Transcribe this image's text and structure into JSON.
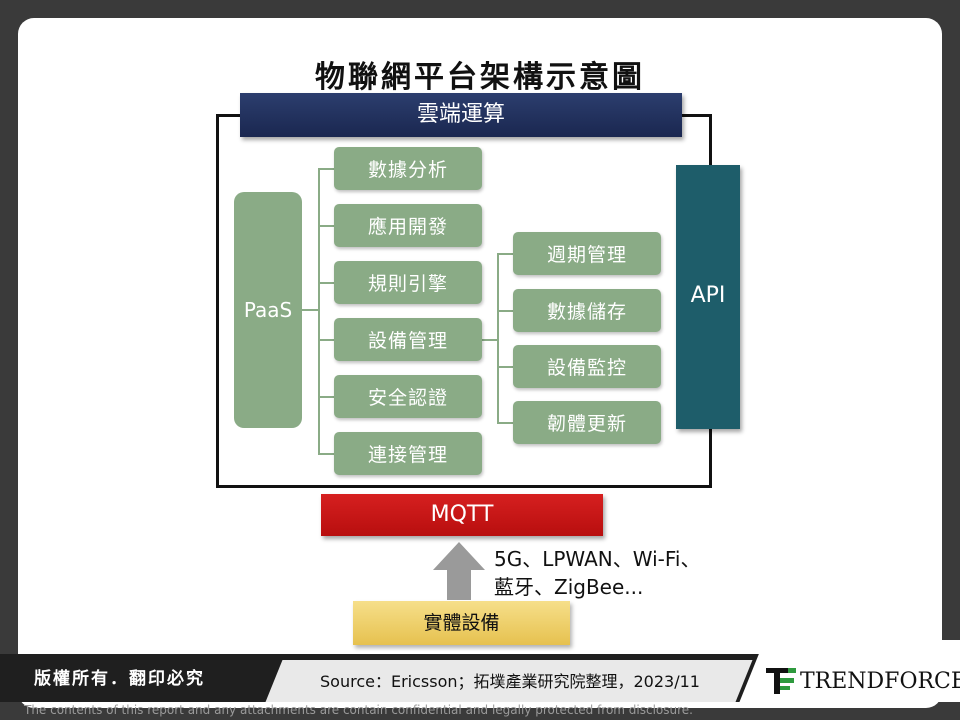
{
  "title": "物聯網平台架構示意圖",
  "cloud": "雲端運算",
  "paas": "PaaS",
  "paas_items": [
    "數據分析",
    "應用開發",
    "規則引擎",
    "設備管理",
    "安全認證",
    "連接管理"
  ],
  "device_mgmt_items": [
    "週期管理",
    "數據儲存",
    "設備監控",
    "韌體更新"
  ],
  "api": "API",
  "mqtt": "MQTT",
  "network_line1": "5G、LPWAN、Wi-Fi、",
  "network_line2": "藍牙、ZigBee...",
  "device": "實體設備",
  "footer": {
    "copyright": "版權所有．翻印必究",
    "source": "Source：Ericsson；拓墣產業研究院整理，2023/11",
    "logo": "TRENDFORCE",
    "disclaimer": "The contents of this report and any attachments are contain confidential and legally protected from disclosure."
  },
  "colors": {
    "green": "#8aab86",
    "navy": "#1a2750",
    "teal": "#1e5d6a",
    "red": "#c41414",
    "gold": "#e6c14f"
  }
}
